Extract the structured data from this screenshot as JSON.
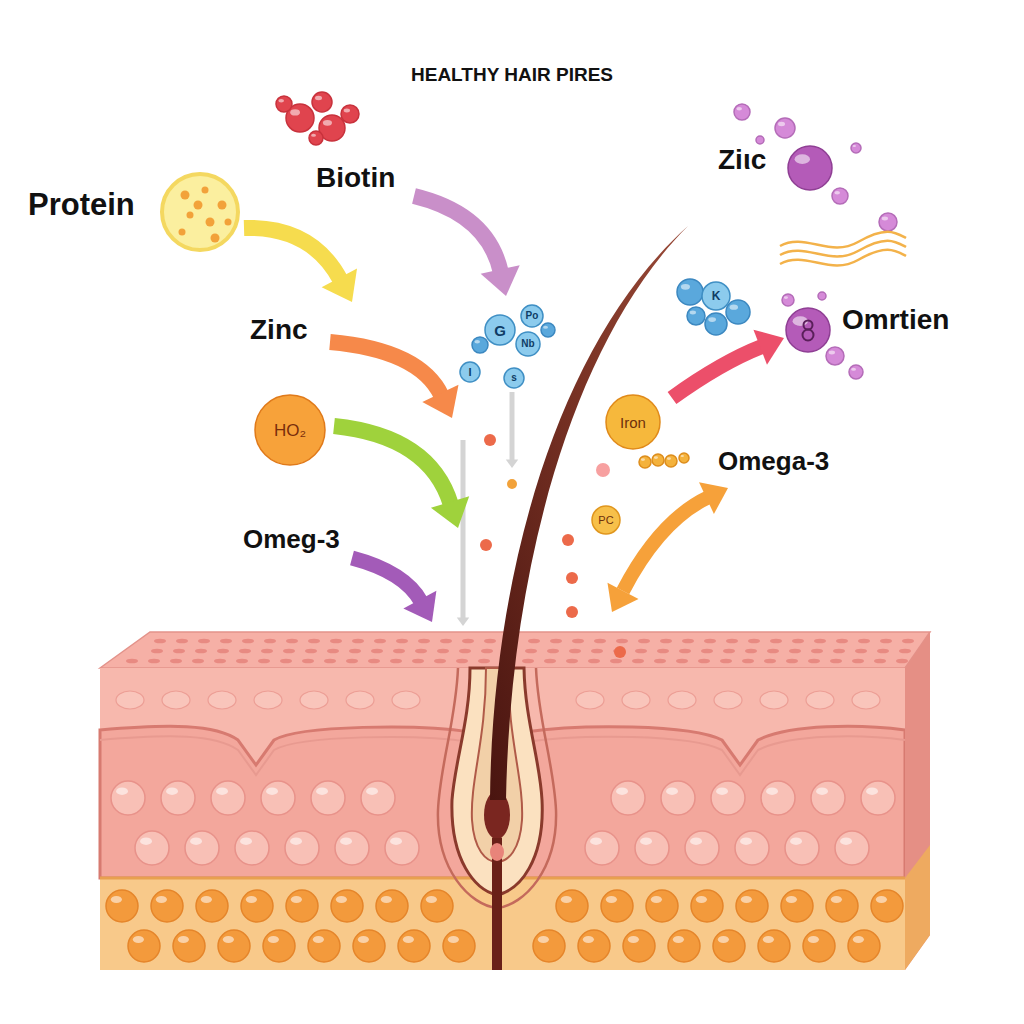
{
  "diagram": {
    "title": "HEALTHY HAIR PIRES",
    "nodes": [
      {
        "text": [
          "Po"
        ]
      },
      {
        "text": [
          "G"
        ]
      },
      {
        "text": [
          "Nb"
        ]
      },
      {
        "text": [
          "K"
        ]
      },
      {
        "text": [
          "I"
        ]
      },
      {
        "text": [
          "s"
        ]
      },
      {
        "text": [
          "HO₂"
        ]
      },
      {
        "text": [
          "Iron"
        ]
      },
      {
        "text": [
          "PC"
        ]
      }
    ],
    "labels": [
      "Protein",
      "Biotin",
      "Zinc",
      "Ziιc",
      "Omrtien",
      "Omega-3",
      "Omeg-3"
    ]
  }
}
